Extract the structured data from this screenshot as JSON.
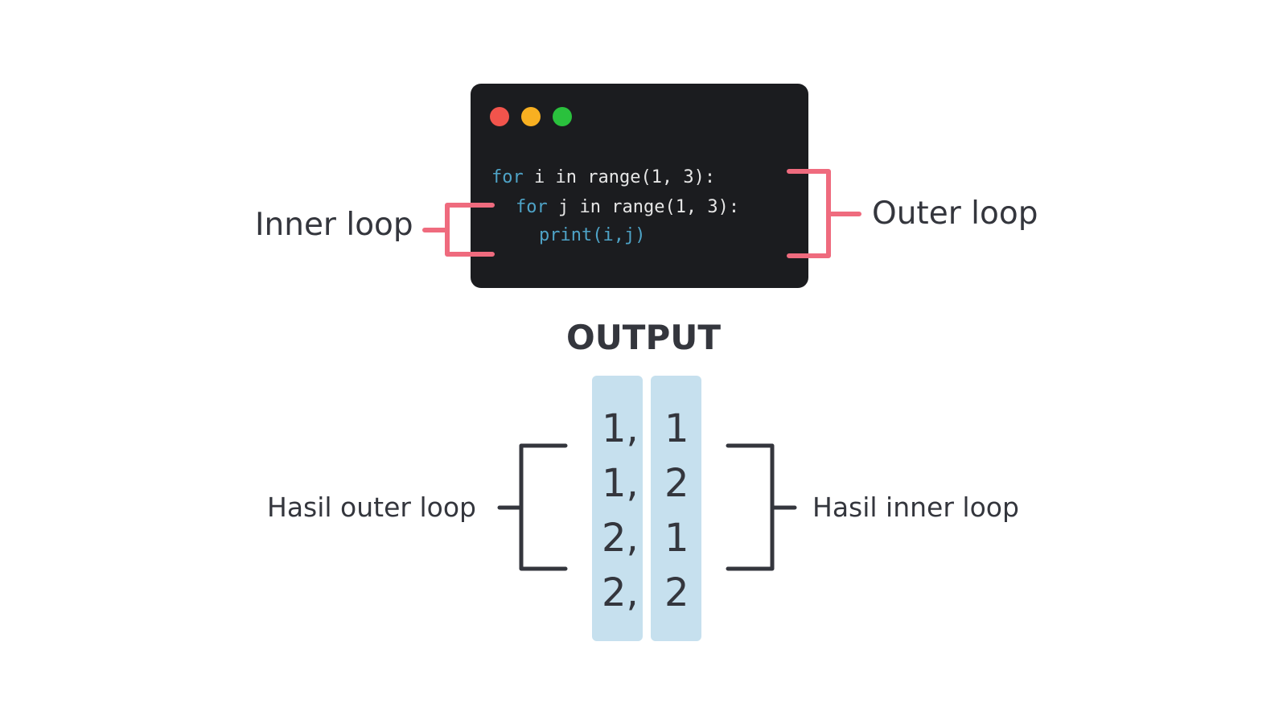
{
  "code_window": {
    "window_buttons": [
      {
        "name": "close",
        "color": "#f2544c"
      },
      {
        "name": "minimize",
        "color": "#f8b021"
      },
      {
        "name": "maximize",
        "color": "#2ac13d"
      }
    ],
    "lines": [
      {
        "keyword": "for",
        "rest": " i in range(1, 3):"
      },
      {
        "keyword": "for",
        "rest": " j in range(1, 3):"
      },
      {
        "keyword": "print(i,j)",
        "rest": ""
      }
    ],
    "keyword_color": "#4ea3c7",
    "text_color": "#e6e6e6",
    "background": "#1b1c1f"
  },
  "annotations": {
    "inner_loop": "Inner loop",
    "outer_loop": "Outer loop",
    "bracket_color": "#ef6b7e"
  },
  "output": {
    "title": "OUTPUT",
    "outer_column": [
      "1,",
      "1,",
      "2,",
      "2,"
    ],
    "inner_column": [
      "1",
      "2",
      "1",
      "2"
    ],
    "column_color": "#c6e0ee",
    "outer_result_label": "Hasil outer loop",
    "inner_result_label": "Hasil inner loop",
    "bracket_color": "#34363d"
  }
}
